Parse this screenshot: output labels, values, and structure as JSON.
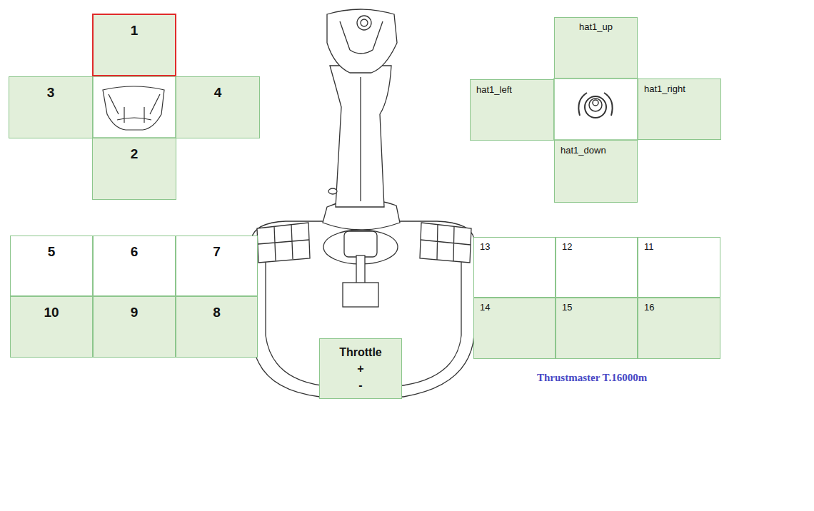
{
  "diagram": {
    "nodes": [
      {
        "text": [
          "1"
        ]
      },
      {
        "text": [
          "3"
        ]
      },
      {
        "text": [
          "4"
        ]
      },
      {
        "text": [
          "2"
        ]
      },
      {
        "text": [
          "hat1_up"
        ]
      },
      {
        "text": [
          "hat1_left"
        ]
      },
      {
        "text": [
          "hat1_right"
        ]
      },
      {
        "text": [
          "hat1_down"
        ]
      },
      {
        "text": [
          "5"
        ]
      },
      {
        "text": [
          "6"
        ]
      },
      {
        "text": [
          "7"
        ]
      },
      {
        "text": [
          "10"
        ]
      },
      {
        "text": [
          "9"
        ]
      },
      {
        "text": [
          "8"
        ]
      },
      {
        "text": [
          "Throttle",
          "+",
          "-"
        ]
      },
      {
        "text": [
          "13"
        ]
      },
      {
        "text": [
          "12"
        ]
      },
      {
        "text": [
          "11"
        ]
      },
      {
        "text": [
          "14"
        ]
      },
      {
        "text": [
          "15"
        ]
      },
      {
        "text": [
          "16"
        ]
      }
    ],
    "labels": [
      "Thrustmaster T.16000m"
    ]
  }
}
